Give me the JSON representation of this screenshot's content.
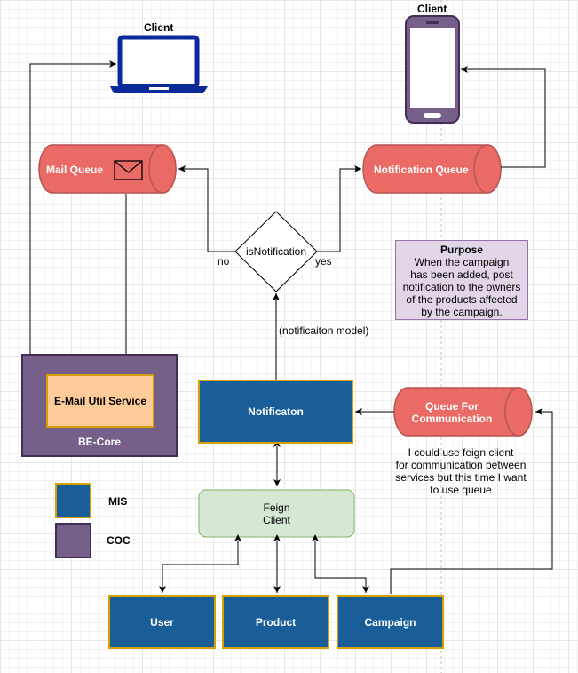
{
  "clients": {
    "laptop_label": "Client",
    "phone_label": "Client"
  },
  "queues": {
    "mail": "Mail Queue",
    "notification": "Notification Queue",
    "communication_line1": "Queue For",
    "communication_line2": "Communication"
  },
  "decision": {
    "label": "isNotification",
    "no": "no",
    "yes": "yes"
  },
  "purpose": {
    "title": "Purpose",
    "lines": [
      "When the campaign",
      "has been added, post",
      "notification to the owners",
      "of the products affected",
      "by the campaign."
    ]
  },
  "edge_label_model": "(notificaiton model)",
  "be_core": {
    "service": "E-Mail Util Service",
    "title": "BE-Core"
  },
  "notification_box": "Notificaton",
  "feign": {
    "line1": "Feign",
    "line2": "Client"
  },
  "note_lines": [
    "I could use feign client",
    "for communication between",
    "services but this time I want",
    "to use queue"
  ],
  "legend": {
    "mis": "MIS",
    "coc": "COC"
  },
  "services": {
    "user": "User",
    "product": "Product",
    "campaign": "Campaign"
  },
  "colors": {
    "mis_fill": "#1a5e99",
    "mis_border": "#d6a000",
    "coc_fill": "#76608a",
    "queue_fill": "#ea6b66",
    "feign_fill": "#d5e8d4",
    "purpose_fill": "#e1d5e7",
    "service_fill": "#ffcc99"
  },
  "icons": {
    "laptop": "laptop-icon",
    "phone": "phone-icon",
    "mail": "envelope-icon"
  }
}
